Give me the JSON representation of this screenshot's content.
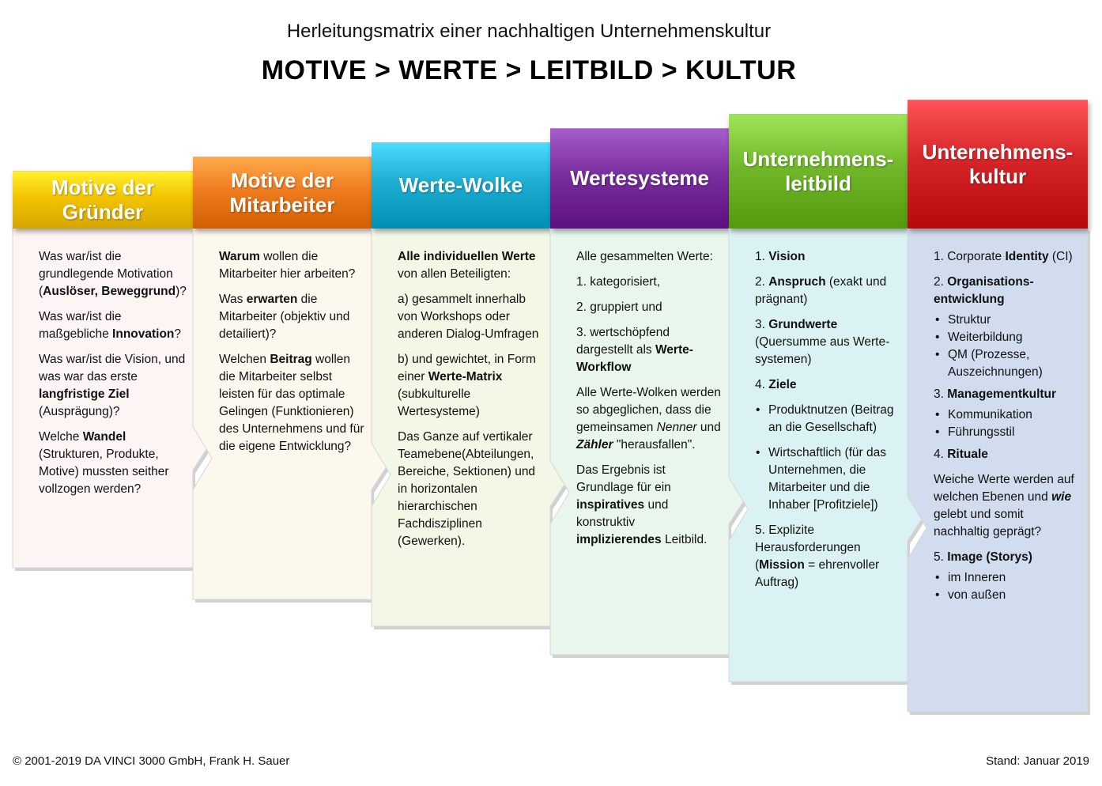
{
  "header": {
    "subtitle": "Herleitungsmatrix einer nachhaltigen Unternehmenskultur",
    "title": "MOTIVE > WERTE > LEITBILD > KULTUR"
  },
  "colors": {
    "yellow": "#f4c400",
    "orange": "#ef7d20",
    "blue": "#1eaed2",
    "purple": "#7a2f9e",
    "green": "#72b82b",
    "red": "#d6262a"
  },
  "columns": [
    {
      "title_line1": "Motive der",
      "title_line2": "Gründer",
      "paragraphs": [
        {
          "segments": [
            {
              "t": "Was war/ist die grundlegende Motivation ("
            },
            {
              "t": "Auslöser, Beweggrund",
              "b": true
            },
            {
              "t": ")?"
            }
          ]
        },
        {
          "segments": [
            {
              "t": "Was war/ist die maßgebliche "
            },
            {
              "t": "Innovation",
              "b": true
            },
            {
              "t": "?"
            }
          ]
        },
        {
          "segments": [
            {
              "t": "Was war/ist die Vision, und was war das erste "
            },
            {
              "t": "langfristige Ziel",
              "b": true
            },
            {
              "t": " (Ausprägung)?"
            }
          ]
        },
        {
          "segments": [
            {
              "t": "Welche "
            },
            {
              "t": "Wandel",
              "b": true
            },
            {
              "t": " (Strukturen, Produkte, Motive) mussten seither vollzogen werden?"
            }
          ]
        }
      ]
    },
    {
      "title_line1": "Motive der",
      "title_line2": "Mitarbeiter",
      "paragraphs": [
        {
          "segments": [
            {
              "t": "Warum",
              "b": true
            },
            {
              "t": " wollen die Mitarbeiter hier arbeiten?"
            }
          ]
        },
        {
          "segments": [
            {
              "t": "Was "
            },
            {
              "t": "erwarten",
              "b": true
            },
            {
              "t": " die Mitarbeiter (objektiv und detailiert)?"
            }
          ]
        },
        {
          "segments": [
            {
              "t": "Welchen "
            },
            {
              "t": "Beitrag",
              "b": true
            },
            {
              "t": " wollen die Mitarbeiter selbst leisten für das optimale Gelingen (Funktionieren) des Unternehmens und für die eigene Entwicklung?"
            }
          ]
        }
      ]
    },
    {
      "title_line1": "Werte-Wolke",
      "title_line2": "",
      "paragraphs": [
        {
          "segments": [
            {
              "t": "Alle individuellen Werte",
              "b": true
            },
            {
              "t": " von allen Beteiligten:"
            }
          ]
        },
        {
          "segments": [
            {
              "t": "a) gesammelt innerhalb von Workshops oder anderen Dialog-Umfragen"
            }
          ]
        },
        {
          "segments": [
            {
              "t": "b) und gewichtet, in Form einer "
            },
            {
              "t": "Werte-Matrix",
              "b": true
            },
            {
              "t": " (subkulturelle Wertesysteme)"
            }
          ]
        },
        {
          "segments": [
            {
              "t": "Das Ganze auf vertikaler Teamebene(Abteilungen, Bereiche, Sektionen) und in horizontalen hierarchischen Fachdisziplinen (Gewerken)."
            }
          ]
        }
      ]
    },
    {
      "title_line1": "Wertesysteme",
      "title_line2": "",
      "paragraphs": [
        {
          "segments": [
            {
              "t": "Alle gesammelten Werte:"
            }
          ]
        },
        {
          "segments": [
            {
              "t": "1.  kategorisiert,"
            }
          ]
        },
        {
          "segments": [
            {
              "t": "2. gruppiert und"
            }
          ]
        },
        {
          "segments": [
            {
              "t": "3. wertschöpfend dargestellt als "
            },
            {
              "t": "Werte-Workflow",
              "b": true
            }
          ]
        },
        {
          "segments": [
            {
              "t": "Alle Werte-Wolken werden so abgeglichen, dass die gemeinsamen "
            },
            {
              "t": "Nenner",
              "i": true
            },
            {
              "t": " und "
            },
            {
              "t": "Zähler",
              "b": true,
              "i": true
            },
            {
              "t": " \"herausfallen\"."
            }
          ]
        },
        {
          "segments": [
            {
              "t": "Das Ergebnis ist Grundlage für ein "
            },
            {
              "t": "inspiratives",
              "b": true
            },
            {
              "t": " und konstruktiv "
            },
            {
              "t": "implizierendes",
              "b": true
            },
            {
              "t": " Leitbild."
            }
          ]
        }
      ]
    },
    {
      "title_line1": "Unternehmens-",
      "title_line2": "leitbild",
      "paragraphs": [
        {
          "segments": [
            {
              "t": "1. "
            },
            {
              "t": "Vision",
              "b": true
            }
          ]
        },
        {
          "segments": [
            {
              "t": "2. "
            },
            {
              "t": "Anspruch",
              "b": true
            },
            {
              "t": " (exakt und prägnant)"
            }
          ]
        },
        {
          "segments": [
            {
              "t": "3. "
            },
            {
              "t": "Grundwerte",
              "b": true
            },
            {
              "t": " (Quersumme aus Werte-systemen)"
            }
          ]
        },
        {
          "segments": [
            {
              "t": "4. "
            },
            {
              "t": "Ziele",
              "b": true
            }
          ]
        },
        {
          "bullet": true,
          "segments": [
            {
              "t": "Produktnutzen (Beitrag an die Gesellschaft)"
            }
          ]
        },
        {
          "bullet": true,
          "segments": [
            {
              "t": "Wirtschaftlich (für das Unternehmen, die Mitarbeiter und die Inhaber [Profitziele])"
            }
          ]
        },
        {
          "segments": [
            {
              "t": "5. Explizite Herausforderungen ("
            },
            {
              "t": "Mission",
              "b": true
            },
            {
              "t": " = ehrenvoller Auftrag)"
            }
          ]
        }
      ]
    },
    {
      "title_line1": "Unternehmens-",
      "title_line2": "kultur",
      "paragraphs": [
        {
          "segments": [
            {
              "t": "1. Corporate "
            },
            {
              "t": "Identity",
              "b": true
            },
            {
              "t": " (CI)"
            }
          ]
        },
        {
          "segments": [
            {
              "t": "2. "
            },
            {
              "t": "Organisations-entwicklung",
              "b": true
            }
          ]
        },
        {
          "list": [
            "Struktur",
            "Weiterbildung",
            "QM (Prozesse, Auszeichnungen)"
          ]
        },
        {
          "segments": [
            {
              "t": "3. "
            },
            {
              "t": "Managementkultur",
              "b": true
            }
          ]
        },
        {
          "list": [
            "Kommunikation",
            "Führungsstil"
          ]
        },
        {
          "segments": [
            {
              "t": "4. "
            },
            {
              "t": "Rituale",
              "b": true
            }
          ]
        },
        {
          "segments": [
            {
              "t": "Weiche Werte werden auf welchen Ebenen und "
            },
            {
              "t": "wie",
              "b": true,
              "i": true
            },
            {
              "t": " gelebt und somit nachhaltig geprägt?"
            }
          ]
        },
        {
          "segments": [
            {
              "t": "5. "
            },
            {
              "t": "Image (Storys)",
              "b": true
            }
          ]
        },
        {
          "list": [
            "im Inneren",
            "von außen"
          ]
        }
      ]
    }
  ],
  "footer": {
    "copyright": "© 2001-2019 DA VINCI 3000 GmbH, Frank H. Sauer",
    "stand": "Stand: Januar 2019"
  }
}
